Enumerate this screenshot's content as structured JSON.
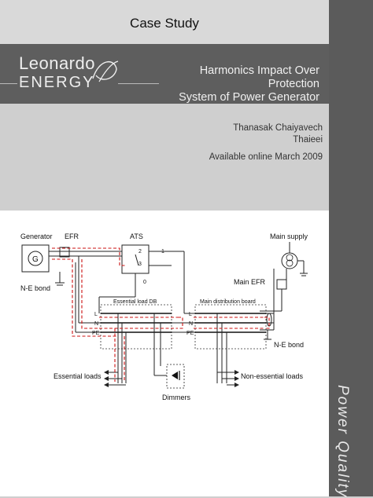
{
  "header": {
    "title": "Case Study"
  },
  "branding": {
    "line1": "Leonardo",
    "line2": "ENERGY"
  },
  "document": {
    "title_line1": "Harmonics Impact Over Protection",
    "title_line2": "System of Power Generator",
    "author_line1": "Thanasak Chaiyavech",
    "author_line2": "Thaieei",
    "availability": "Available online March 2009"
  },
  "sidebar": {
    "text": "Power Quality"
  },
  "diagram": {
    "generator_label": "Generator",
    "generator_symbol": "G",
    "efr_label": "EFR",
    "ats_label": "ATS",
    "main_supply_label": "Main supply",
    "main_efr_label": "Main EFR",
    "ne_bond_left": "N-E bond",
    "ne_bond_right": "N-E bond",
    "essential_db_label": "Essential load DB",
    "main_board_label": "Main distribution board",
    "essential_loads_label": "Essential loads",
    "non_essential_loads_label": "Non-essential loads",
    "dimmers_label": "Dimmers",
    "bus_L": "L",
    "bus_N": "N",
    "bus_PE": "PE",
    "ats_num_1": "1",
    "ats_num_2": "2",
    "ats_num_3": "3",
    "ats_num_0": "0"
  },
  "colors": {
    "sidebar": "#5b5b5b",
    "band": "#5e5e5e",
    "wire_highlight": "#cc1111"
  }
}
